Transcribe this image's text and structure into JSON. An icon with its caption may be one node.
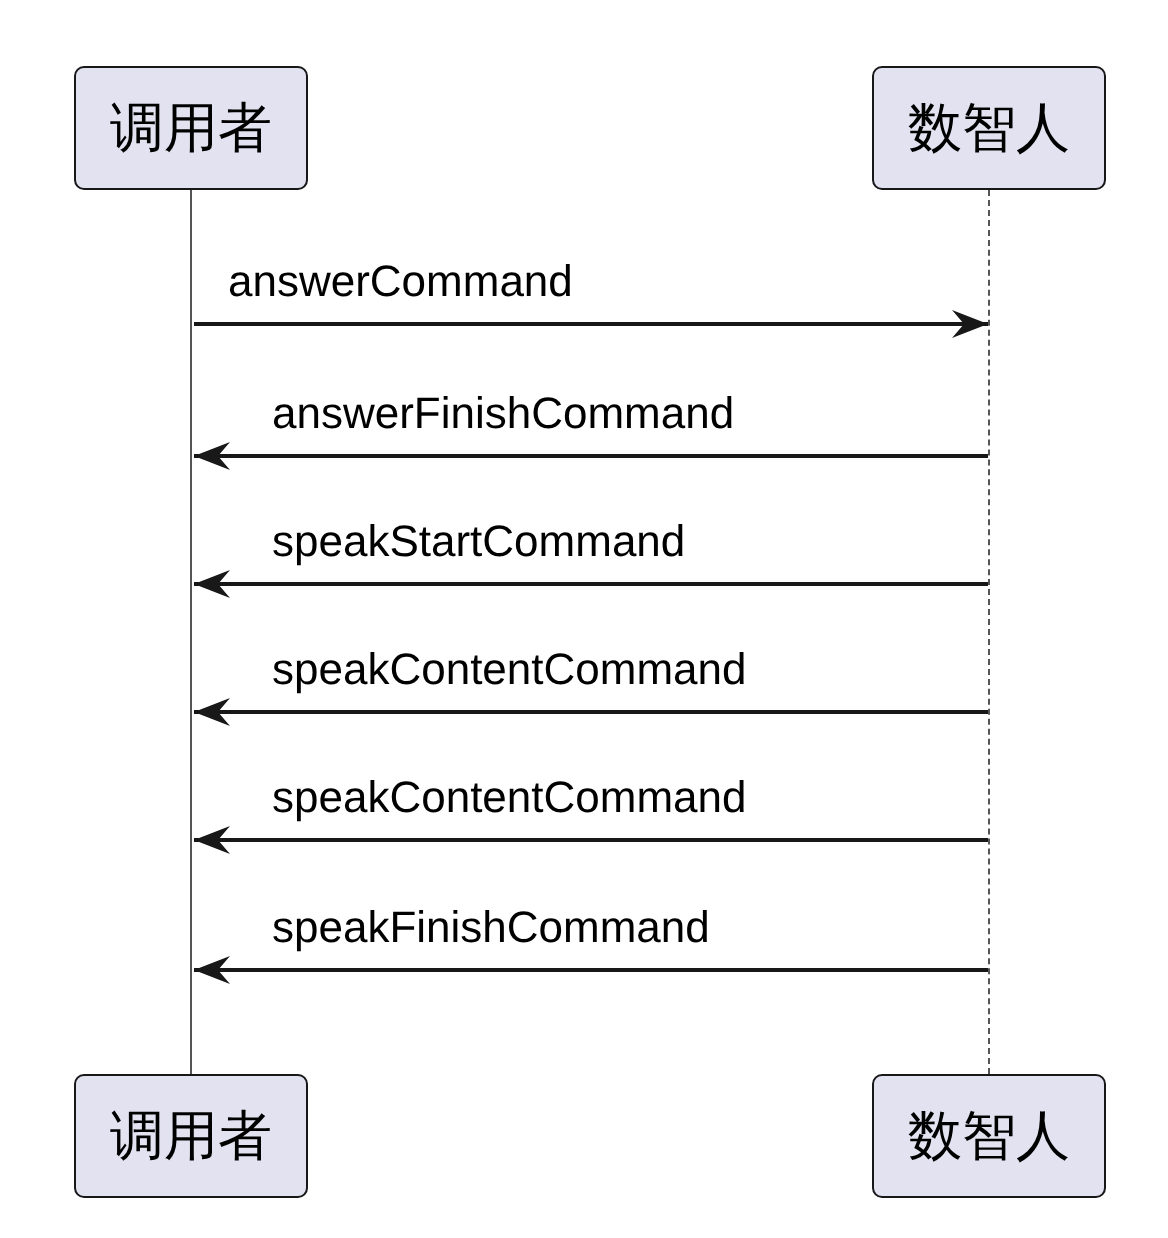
{
  "diagram": {
    "nodes": [
      {
        "text": [
          "调用者"
        ]
      },
      {
        "text": [
          "数智人"
        ]
      },
      {
        "text": [],
        "shape": "bar"
      },
      {
        "text": [],
        "shape": "bar"
      },
      {
        "text": [
          "调用者"
        ]
      },
      {
        "text": [
          "数智人"
        ]
      }
    ],
    "edges": [
      {
        "from": 2,
        "to": 3,
        "arrow": "to",
        "label": "answerCommand"
      },
      {
        "from": 3,
        "to": 2,
        "arrow": "to",
        "label": "answerFinishCommand"
      },
      {
        "from": 3,
        "to": 2,
        "arrow": "to",
        "label": "speakStartCommand"
      },
      {
        "from": 3,
        "to": 2,
        "arrow": "to",
        "label": "speakContentCommand"
      },
      {
        "from": 3,
        "to": 2,
        "arrow": "to",
        "label": "speakContentCommand"
      },
      {
        "from": 3,
        "to": 2,
        "arrow": "to",
        "label": "speakFinishCommand"
      }
    ]
  }
}
